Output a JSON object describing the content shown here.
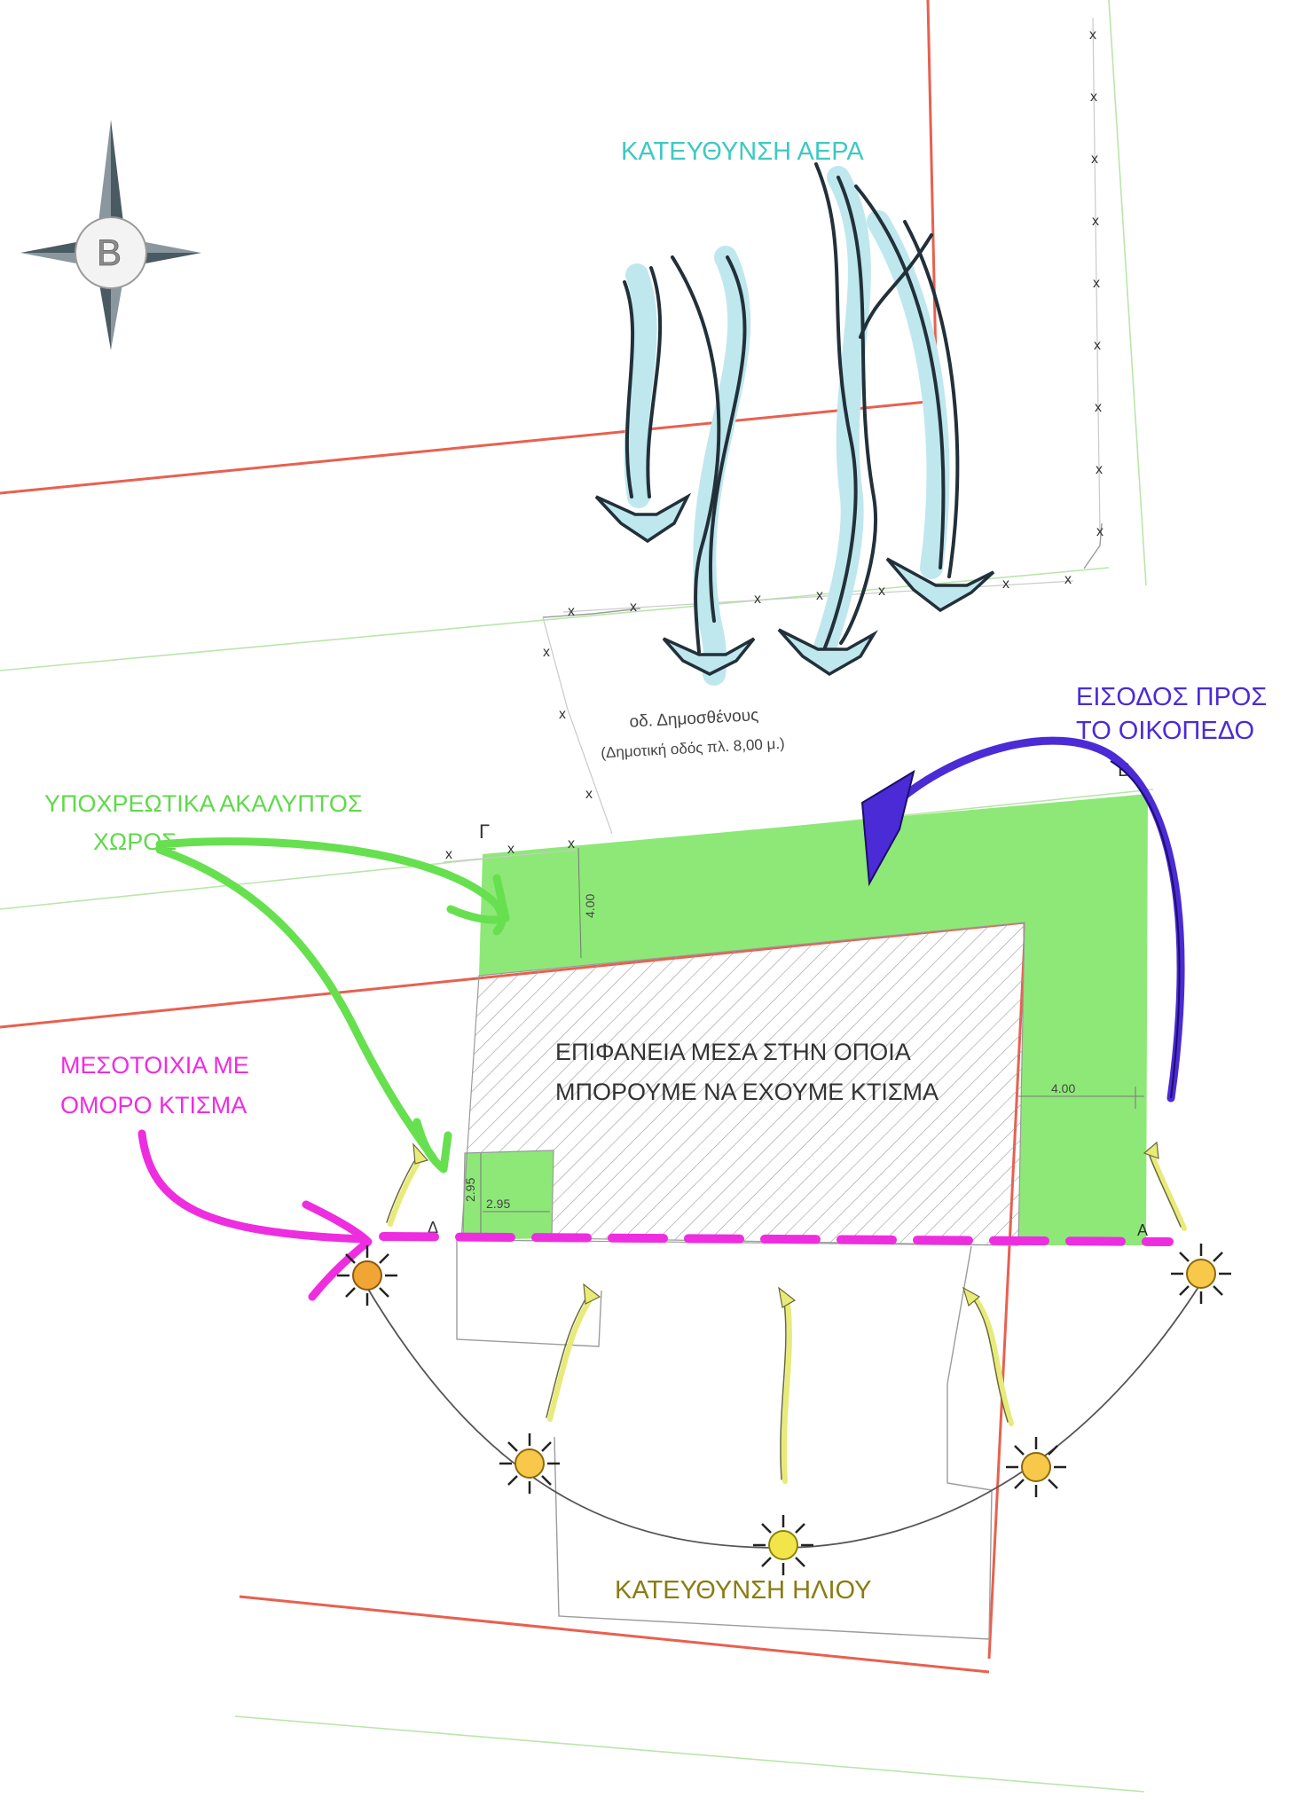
{
  "compass": {
    "letter": "B"
  },
  "labels": {
    "air_direction": "ΚΑΤΕΥΘΥΝΣΗ ΑΕΡΑ",
    "entrance_1": "ΕΙΣΟΔΟΣ ΠΡΟΣ",
    "entrance_2": "ΤΟ ΟΙΚΟΠΕΔΟ",
    "mandatory_open_1": "ΥΠΟΧΡΕΩΤΙΚΑ ΑΚΑΛΥΠΤΟΣ",
    "mandatory_open_2": "ΧΩΡΟΣ",
    "party_wall_1": "ΜΕΣΟΤΟΙΧΙΑ ΜΕ",
    "party_wall_2": "ΟΜΟΡΟ ΚΤΙΣΜΑ",
    "buildable_1": "ΕΠΙΦΑΝΕΙΑ ΜΕΣΑ ΣΤΗΝ ΟΠΟΙΑ",
    "buildable_2": "ΜΠΟΡΟΥΜΕ ΝΑ ΕΧΟΥΜΕ ΚΤΙΣΜΑ",
    "sun_direction": "ΚΑΤΕΥΘΥΝΣΗ ΗΛΙΟΥ",
    "street_name": "οδ. Δημοσθένους",
    "street_desc": "(Δημοτική οδός πλ. 8,00 μ.)"
  },
  "points": {
    "gamma": "Γ",
    "beta": "Β",
    "delta_left": "Δ",
    "delta_right": "Α"
  },
  "dimensions": {
    "front_setback": "4.00",
    "side_setback": "4.00",
    "corner_w": "2.95",
    "corner_h": "2.95"
  },
  "fence_mark": "x",
  "colors": {
    "plot_line": "#e8604f",
    "open_space": "#8ee878",
    "air_label": "#3ec9c3",
    "entrance": "#4a2bd6",
    "open_label": "#5fd94a",
    "party_wall": "#ee2de0",
    "sun_label": "#8a7c12",
    "air_flow": "#bfe7ee"
  }
}
